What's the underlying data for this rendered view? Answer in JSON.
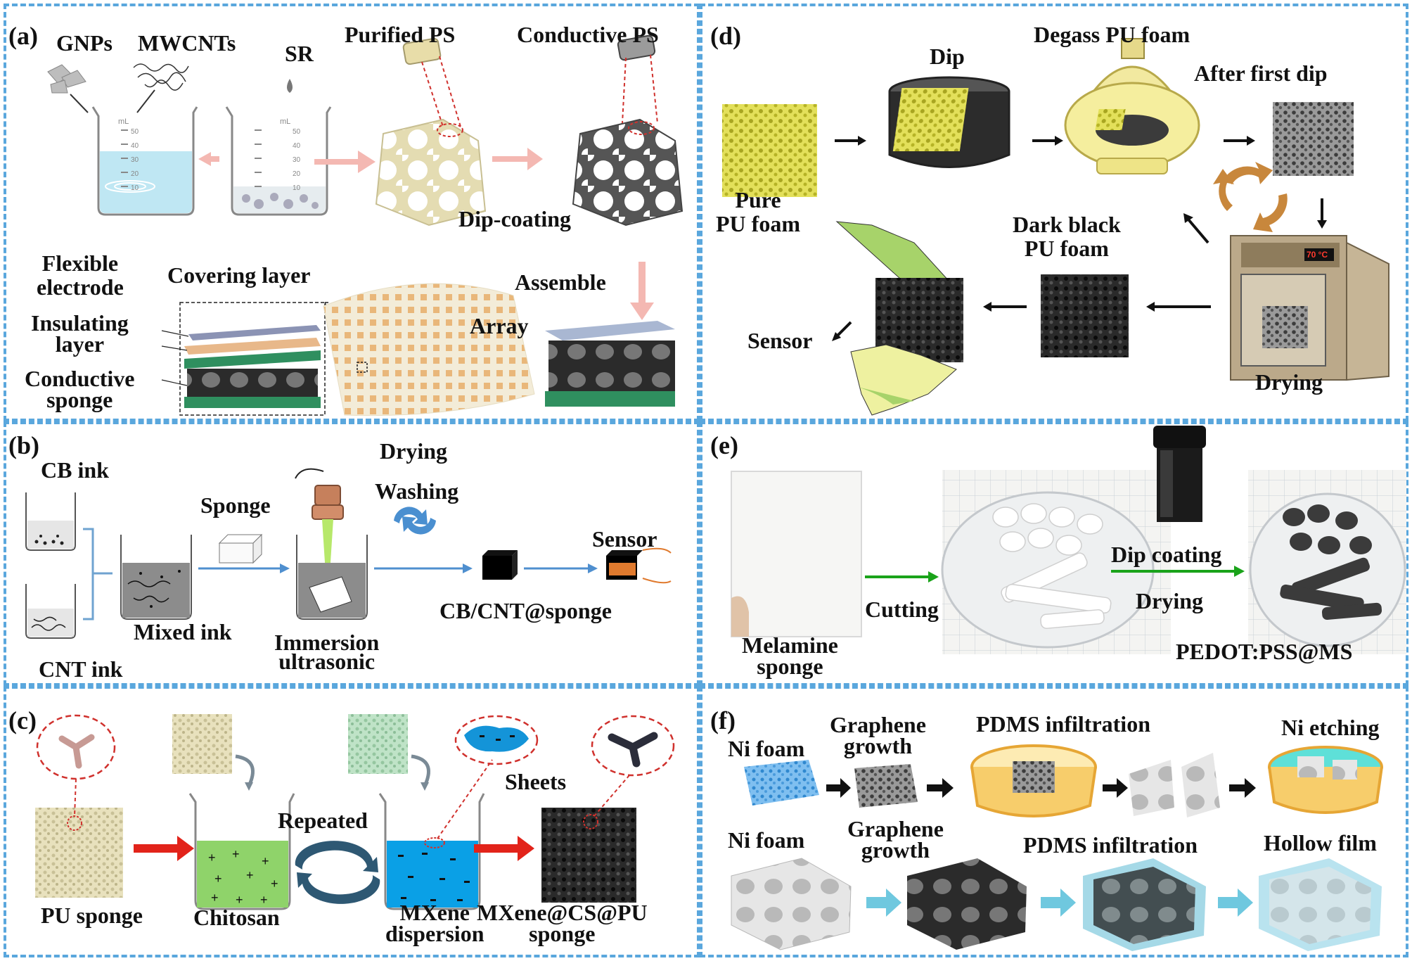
{
  "panels": {
    "a": {
      "label": "(a)",
      "gnps": "GNPs",
      "mwcnts": "MWCNTs",
      "sr": "SR",
      "purified_ps": "Purified PS",
      "conductive_ps": "Conductive PS",
      "dip_coating": "Dip-coating",
      "assemble": "Assemble",
      "array": "Array",
      "covering_layer": "Covering layer",
      "flexible_1": "Flexible",
      "flexible_2": "electrode",
      "insulating_1": "Insulating",
      "insulating_2": "layer",
      "conductive_1": "Conductive",
      "conductive_2": "sponge",
      "beaker_ml": "mL",
      "beaker_ticks": [
        "50",
        "40",
        "30",
        "20",
        "10"
      ]
    },
    "b": {
      "label": "(b)",
      "cb_ink": "CB ink",
      "cnt_ink": "CNT ink",
      "sponge": "Sponge",
      "mixed_ink": "Mixed ink",
      "drying": "Drying",
      "washing": "Washing",
      "immersion_1": "Immersion",
      "immersion_2": "ultrasonic",
      "sensor": "Sensor",
      "product": "CB/CNT@sponge"
    },
    "c": {
      "label": "(c)",
      "pu_sponge": "PU sponge",
      "chitosan": "Chitosan",
      "repeated": "Repeated",
      "mxene_1": "MXene",
      "mxene_2": "dispersion",
      "sheets": "Sheets",
      "product_1": "MXene@CS@PU",
      "product_2": "sponge"
    },
    "d": {
      "label": "(d)",
      "degass": "Degass PU foam",
      "dip": "Dip",
      "after_first": "After first dip",
      "pure_1": "Pure",
      "pure_2": "PU foam",
      "dark_1": "Dark black",
      "dark_2": "PU foam",
      "sensor": "Sensor",
      "drying": "Drying",
      "oven_display": "70 °C"
    },
    "e": {
      "label": "(e)",
      "melamine_1": "Melamine",
      "melamine_2": "sponge",
      "cutting": "Cutting",
      "dip_coating": "Dip coating",
      "drying": "Drying",
      "product": "PEDOT:PSS@MS"
    },
    "f": {
      "label": "(f)",
      "ni_foam_top": "Ni foam",
      "graphene_1": "Graphene",
      "graphene_2": "growth",
      "pdms_top": "PDMS infiltration",
      "ni_etching": "Ni etching",
      "ni_foam_bottom": "Ni foam",
      "graphene_b1": "Graphene",
      "graphene_b2": "growth",
      "pdms_bottom": "PDMS infiltration",
      "hollow": "Hollow film"
    }
  },
  "colors": {
    "panel_border": "#5aa7dd",
    "pink_arrow": "#f4b8b2",
    "blue_arrow": "#4f8fcf",
    "green_arrow": "#1aa31a",
    "red_arrow": "#e2231a",
    "cyan_arrow": "#6fc8df",
    "pu_yellow": "#d9d632",
    "chitosan_green": "#8fd36a",
    "mxene_blue": "#0aa0e6"
  }
}
